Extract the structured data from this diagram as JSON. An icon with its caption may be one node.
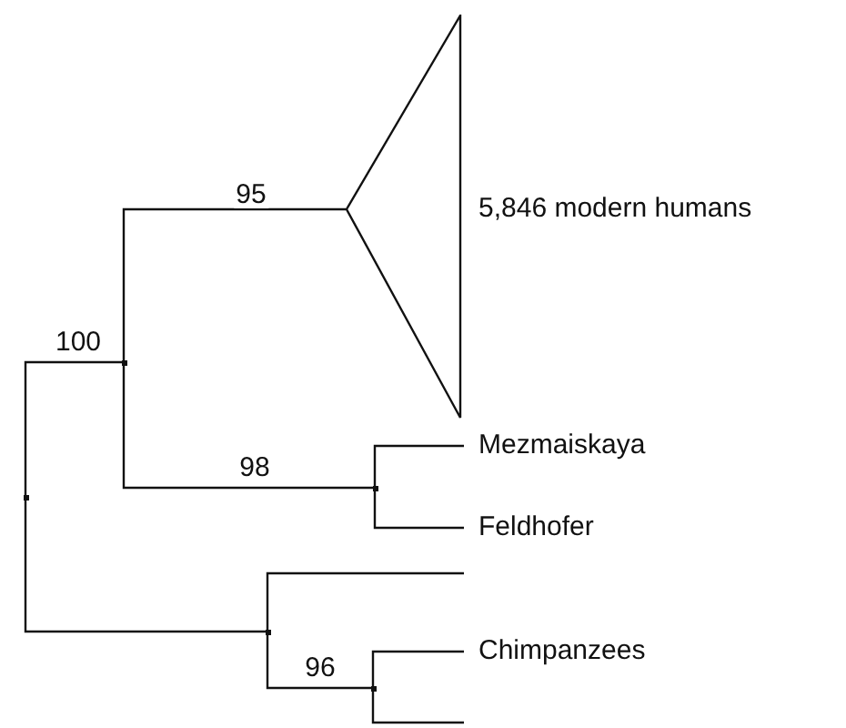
{
  "diagram": {
    "nodes": [
      {
        "text": [],
        "shape": "point"
      },
      {
        "text": [],
        "shape": "point"
      },
      {
        "text": [
          "5,846 modern humans"
        ]
      },
      {
        "text": [],
        "shape": "point"
      },
      {
        "text": [
          "Mezmaiskaya"
        ]
      },
      {
        "text": [
          "Feldhofer"
        ]
      },
      {
        "text": [],
        "shape": "point"
      },
      {
        "text": [],
        "shape": "point"
      },
      {
        "text": [
          "Chimpanzees"
        ]
      }
    ],
    "edges": [
      {
        "from": 0,
        "to": 1,
        "arrow": "none",
        "label": "100"
      },
      {
        "from": 1,
        "to": 2,
        "arrow": "none",
        "label": "95"
      },
      {
        "from": 1,
        "to": 3,
        "arrow": "none",
        "label": "98"
      },
      {
        "from": 3,
        "to": 4,
        "arrow": "none"
      },
      {
        "from": 3,
        "to": 5,
        "arrow": "none"
      },
      {
        "from": 0,
        "to": 6,
        "arrow": "none"
      },
      {
        "from": 6,
        "to": null,
        "arrow": "none"
      },
      {
        "from": 6,
        "to": 7,
        "arrow": "none",
        "label": "96"
      },
      {
        "from": 7,
        "to": 8,
        "arrow": "none"
      },
      {
        "from": 7,
        "to": null,
        "arrow": "none"
      }
    ]
  }
}
